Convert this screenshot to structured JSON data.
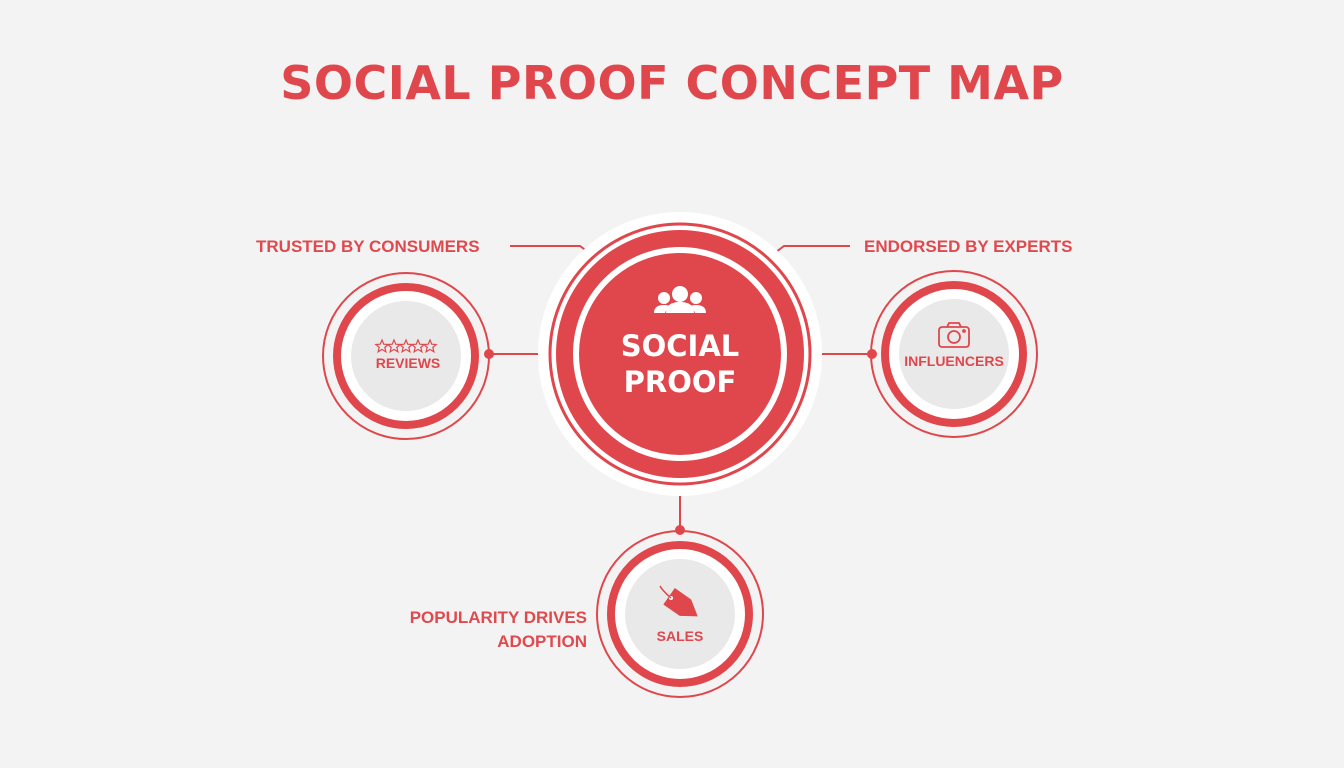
{
  "title": "SOCIAL PROOF CONCEPT MAP",
  "center": {
    "line1": "SOCIAL",
    "line2": "PROOF",
    "icon": "people-group-icon"
  },
  "nodes": {
    "reviews": {
      "label": "REVIEWS",
      "icon": "five-stars-icon",
      "annotation": "TRUSTED BY CONSUMERS"
    },
    "influencers": {
      "label": "INFLUENCERS",
      "icon": "camera-icon",
      "annotation": "ENDORSED BY EXPERTS"
    },
    "sales": {
      "label": "SALES",
      "icon": "price-tag-icon",
      "annotation_line1": "POPULARITY DRIVES",
      "annotation_line2": "ADOPTION"
    }
  },
  "colors": {
    "accent": "#e0474c",
    "background": "#f3f3f3",
    "node_fill": "#e9e9e9"
  }
}
